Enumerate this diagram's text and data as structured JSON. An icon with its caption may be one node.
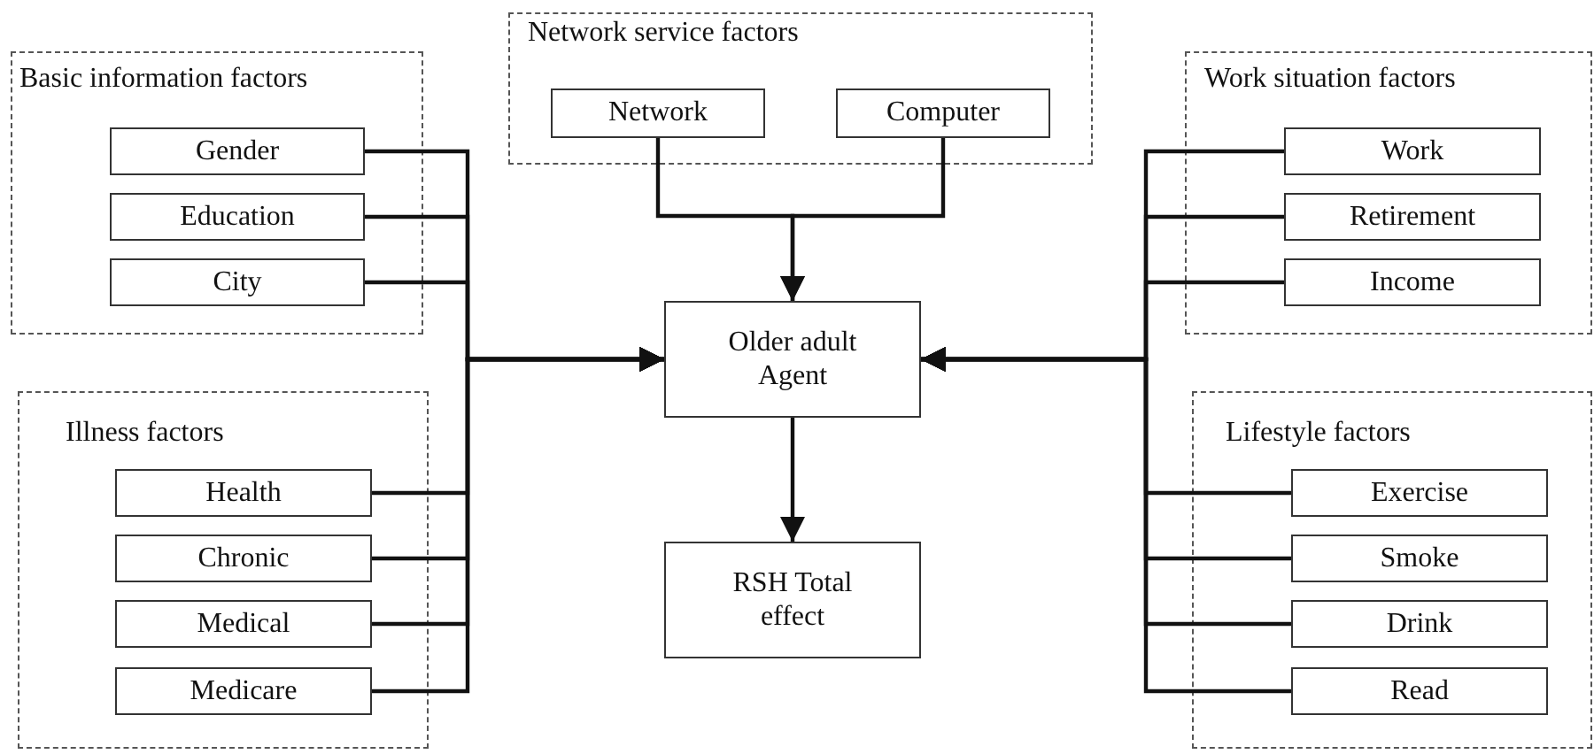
{
  "diagram": {
    "nodes": [
      {
        "text": [
          "Basic information factors"
        ]
      },
      {
        "text": [
          "Gender"
        ],
        "in": 0
      },
      {
        "text": [
          "Education"
        ],
        "in": 0
      },
      {
        "text": [
          "City"
        ],
        "in": 0
      },
      {
        "text": [
          "Network service factors"
        ]
      },
      {
        "text": [
          "Network"
        ],
        "in": 4
      },
      {
        "text": [
          "Computer"
        ],
        "in": 4
      },
      {
        "text": [
          "Work situation factors"
        ]
      },
      {
        "text": [
          "Work"
        ],
        "in": 7
      },
      {
        "text": [
          "Retirement"
        ],
        "in": 7
      },
      {
        "text": [
          "Income"
        ],
        "in": 7
      },
      {
        "text": [
          "Older adult Agent"
        ]
      },
      {
        "text": [
          "Illness factors"
        ]
      },
      {
        "text": [
          "Health"
        ],
        "in": 12
      },
      {
        "text": [
          "Chronic"
        ],
        "in": 12
      },
      {
        "text": [
          "Medical"
        ],
        "in": 12
      },
      {
        "text": [
          "Medicare"
        ],
        "in": 12
      },
      {
        "text": [
          "Lifestyle factors"
        ]
      },
      {
        "text": [
          "Exercise"
        ],
        "in": 17
      },
      {
        "text": [
          "Smoke"
        ],
        "in": 17
      },
      {
        "text": [
          "Drink"
        ],
        "in": 17
      },
      {
        "text": [
          "Read"
        ],
        "in": 17
      },
      {
        "text": [
          "RSH Total effect"
        ]
      }
    ],
    "edges": [
      {
        "from": 1,
        "to": 11,
        "arrow": "to"
      },
      {
        "from": 2,
        "to": 11,
        "arrow": "to"
      },
      {
        "from": 3,
        "to": 11,
        "arrow": "to"
      },
      {
        "from": 13,
        "to": 11,
        "arrow": "to"
      },
      {
        "from": 14,
        "to": 11,
        "arrow": "to"
      },
      {
        "from": 15,
        "to": 11,
        "arrow": "to"
      },
      {
        "from": 16,
        "to": 11,
        "arrow": "to"
      },
      {
        "from": 5,
        "to": 11,
        "arrow": "to"
      },
      {
        "from": 6,
        "to": 11,
        "arrow": "to"
      },
      {
        "from": 8,
        "to": 11,
        "arrow": "to"
      },
      {
        "from": 9,
        "to": 11,
        "arrow": "to"
      },
      {
        "from": 10,
        "to": 11,
        "arrow": "to"
      },
      {
        "from": 18,
        "to": 11,
        "arrow": "to"
      },
      {
        "from": 19,
        "to": 11,
        "arrow": "to"
      },
      {
        "from": 20,
        "to": 11,
        "arrow": "to"
      },
      {
        "from": 21,
        "to": 11,
        "arrow": "to"
      },
      {
        "from": 11,
        "to": 22,
        "arrow": "to"
      }
    ]
  }
}
